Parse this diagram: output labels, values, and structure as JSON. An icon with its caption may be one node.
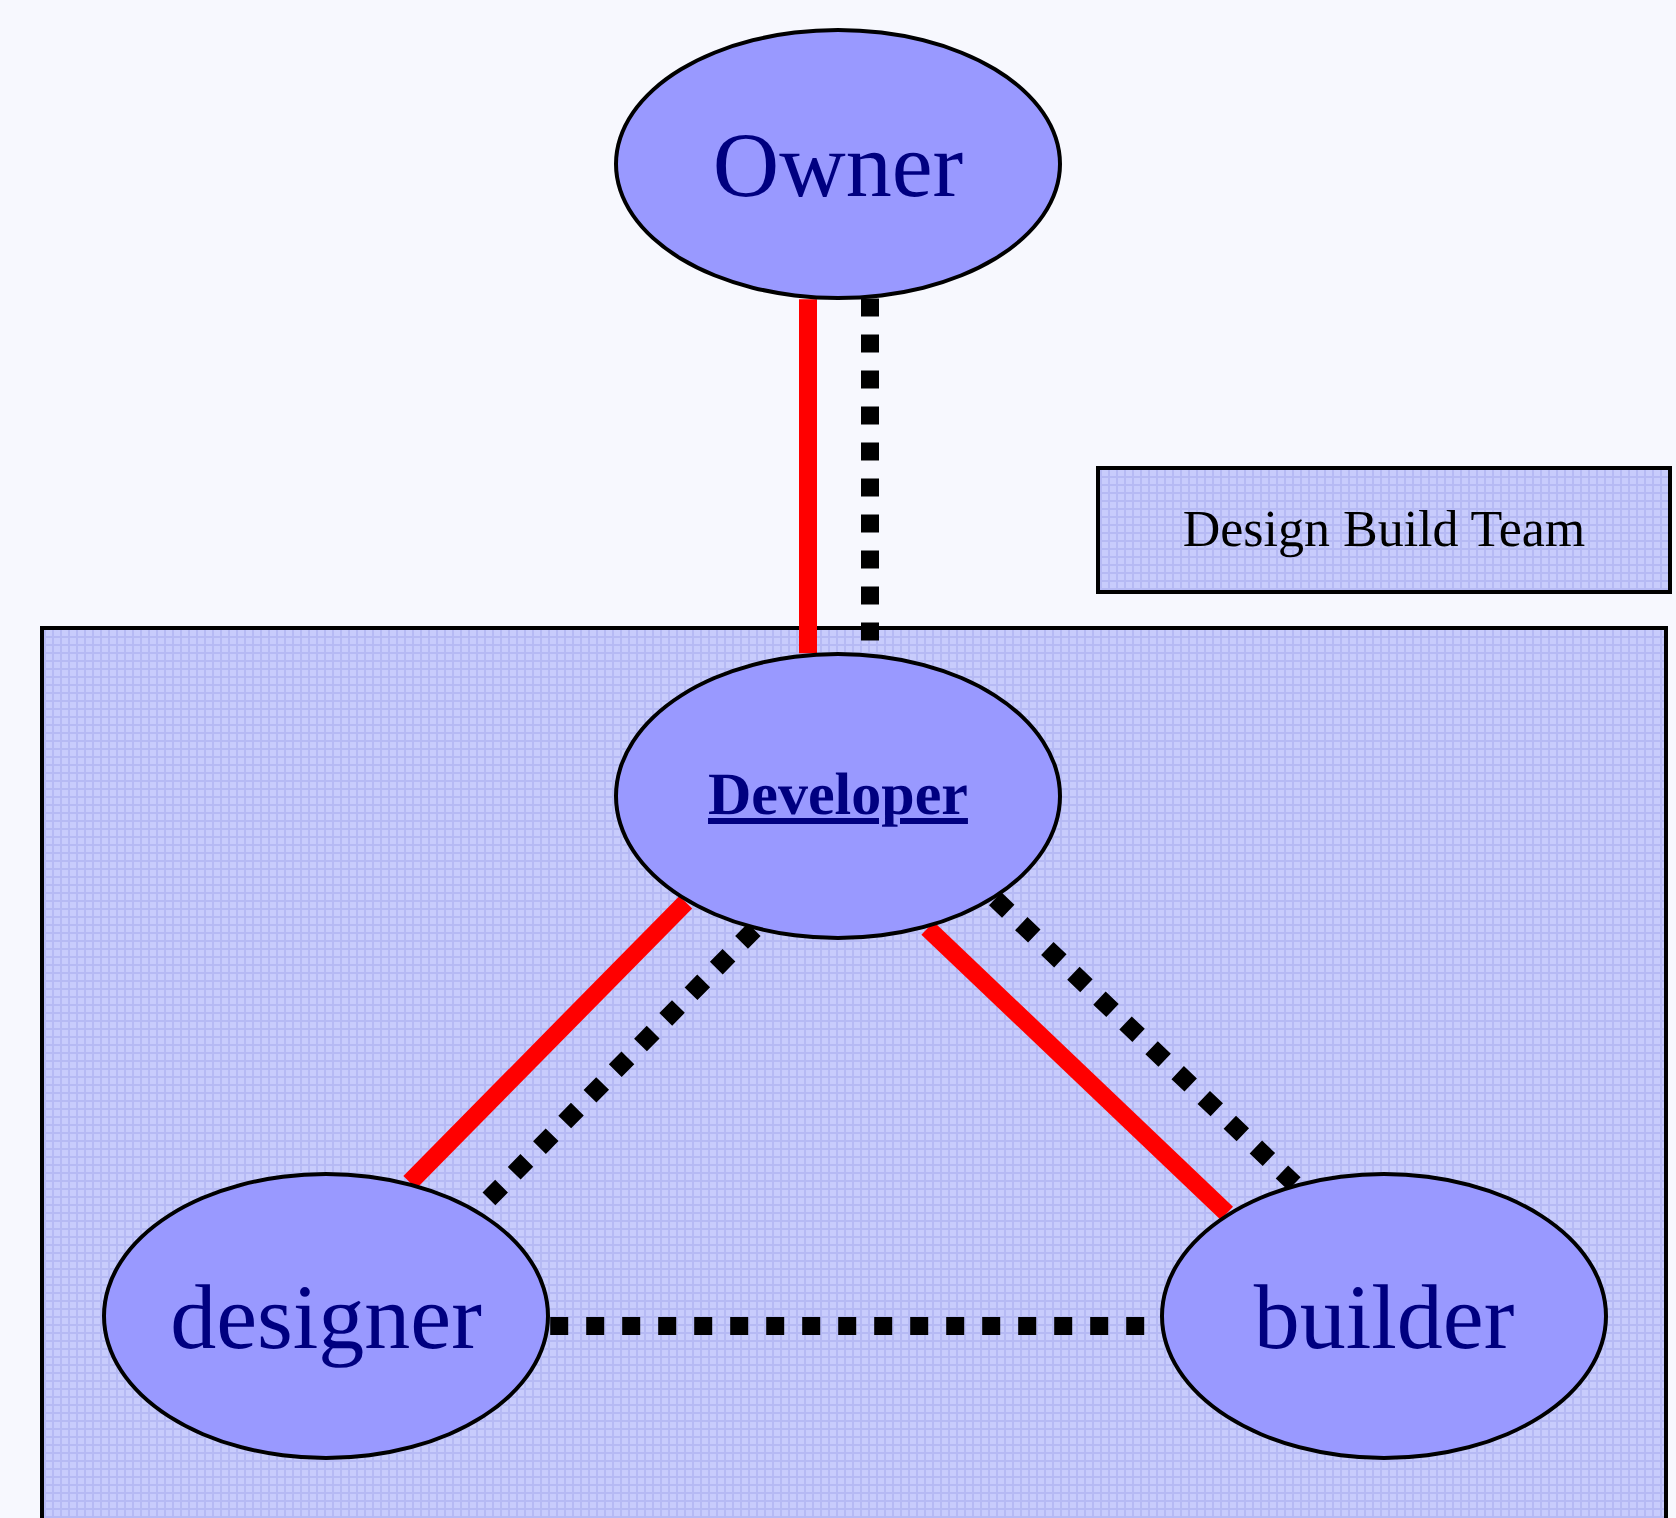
{
  "diagram": {
    "nodes": [
      {
        "text": [
          "Owner"
        ]
      },
      {
        "text": [
          "Design Build Team"
        ]
      },
      {
        "text": [],
        "shape": "box"
      },
      {
        "text": [
          "Developer"
        ],
        "in": 2
      },
      {
        "text": [
          "designer"
        ],
        "in": 2
      },
      {
        "text": [
          "builder"
        ],
        "in": 2
      }
    ],
    "edges": [
      {
        "from": 0,
        "to": 3,
        "arrow": "none",
        "color": "#ff0000"
      },
      {
        "from": 0,
        "to": 3,
        "arrow": "none",
        "style": "dashed"
      },
      {
        "from": 3,
        "to": 4,
        "arrow": "none",
        "color": "#ff0000"
      },
      {
        "from": 3,
        "to": 4,
        "arrow": "none",
        "style": "dashed"
      },
      {
        "from": 3,
        "to": 5,
        "arrow": "none",
        "style": "dashed"
      },
      {
        "from": 3,
        "to": 5,
        "arrow": "none",
        "color": "#ff0000"
      },
      {
        "from": 4,
        "to": 5,
        "arrow": "none",
        "style": "dashed"
      }
    ]
  }
}
